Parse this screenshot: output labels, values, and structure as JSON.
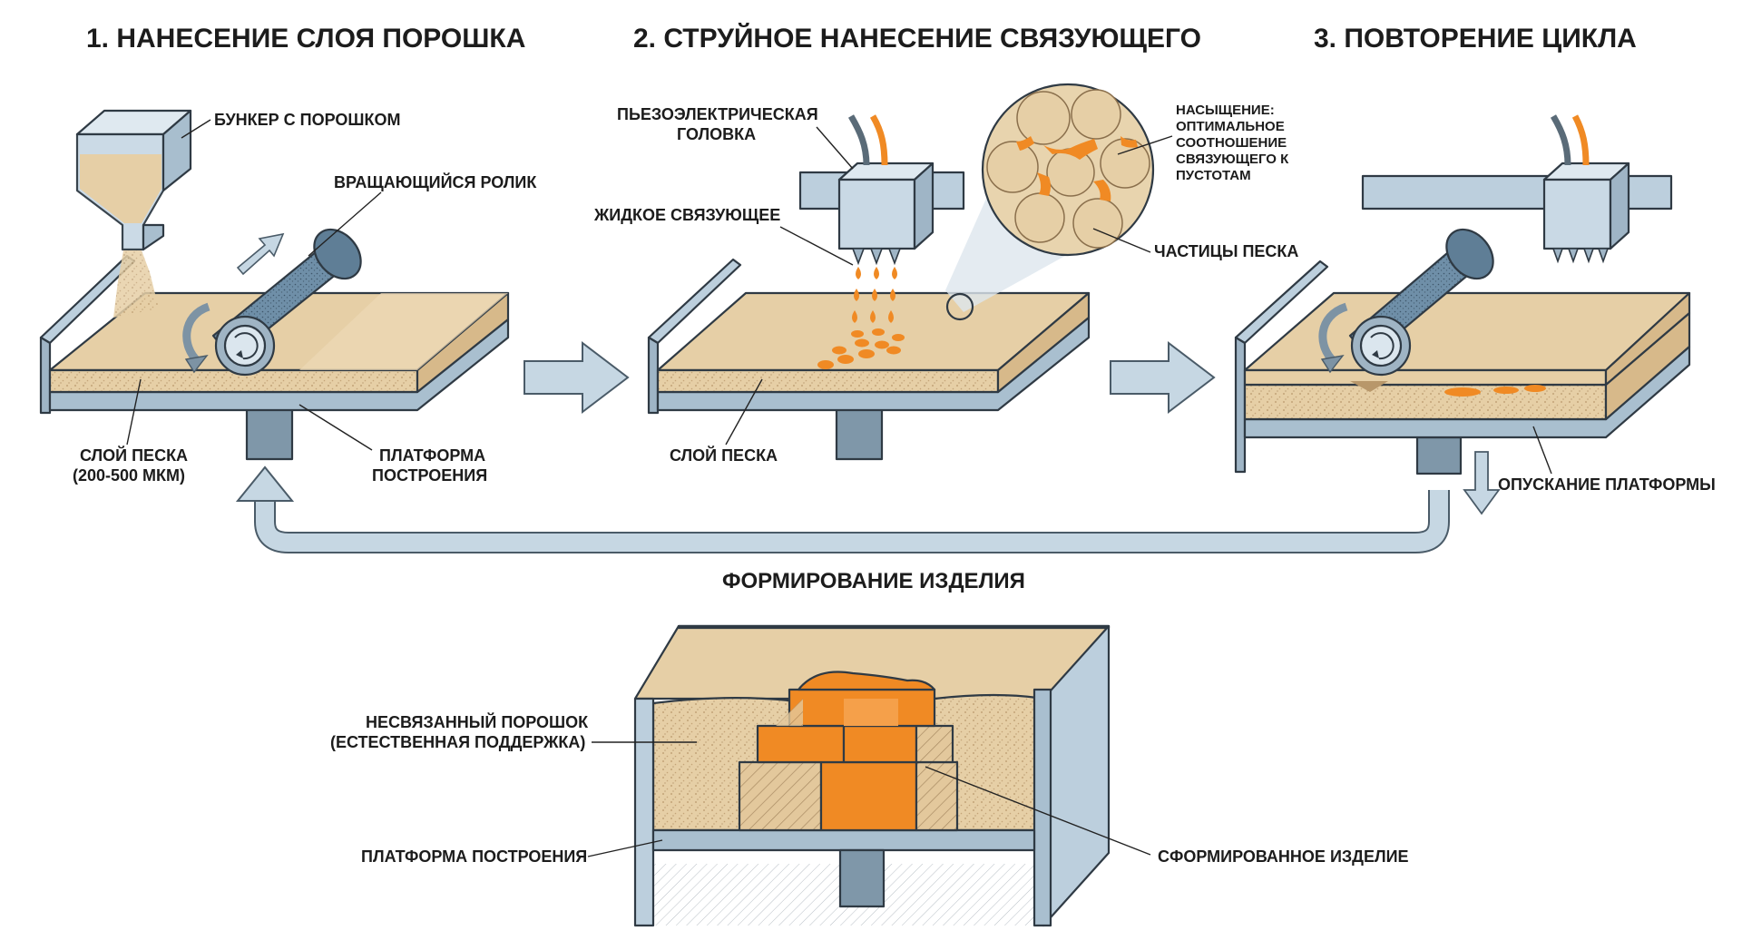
{
  "steps": [
    {
      "title": "1. НАНЕСЕНИЕ СЛОЯ ПОРОШКА"
    },
    {
      "title": "2. СТРУЙНОЕ НАНЕСЕНИЕ СВЯЗУЮЩЕГО"
    },
    {
      "title": "3. ПОВТОРЕНИЕ ЦИКЛА"
    }
  ],
  "step1": {
    "hopper": "БУНКЕР С ПОРОШКОМ",
    "roller": "ВРАЩАЮЩИЙСЯ РОЛИК",
    "layer_line1": "СЛОЙ ПЕСКА",
    "layer_line2": "(200-500 МКМ)",
    "platform_line1": "ПЛАТФОРМА",
    "platform_line2": "ПОСТРОЕНИЯ"
  },
  "step2": {
    "head_line1": "ПЬЕЗОЭЛЕКТРИЧЕСКАЯ",
    "head_line2": "ГОЛОВКА",
    "binder": "ЖИДКОЕ СВЯЗУЮЩЕЕ",
    "saturation_lines": [
      "НАСЫЩЕНИЕ:",
      "ОПТИМАЛЬНОЕ",
      "СООТНОШЕНИЕ",
      "СВЯЗУЮЩЕГО К",
      "ПУСТОТАМ"
    ],
    "particles": "ЧАСТИЦЫ ПЕСКА",
    "layer": "СЛОЙ ПЕСКА"
  },
  "step3": {
    "lowering": "ОПУСКАНИЕ ПЛАТФОРМЫ"
  },
  "forming": {
    "title": "ФОРМИРОВАНИЕ ИЗДЕЛИЯ",
    "unbound_line1": "НЕСВЯЗАННЫЙ ПОРОШОК",
    "unbound_line2": "(ЕСТЕСТВЕННАЯ ПОДДЕРЖКА)",
    "platform": "ПЛАТФОРМА ПОСТРОЕНИЯ",
    "part": "СФОРМИРОВАННОЕ ИЗДЕЛИЕ"
  },
  "colors": {
    "sand": "#e6cfa6",
    "sand_dark": "#d7b98a",
    "metal": "#bccfdd",
    "metal_dark": "#8fa7ba",
    "outline": "#2f3a44",
    "binder": "#f08a24",
    "roller": "#6f8fa8",
    "arrow": "#c6d7e3"
  }
}
